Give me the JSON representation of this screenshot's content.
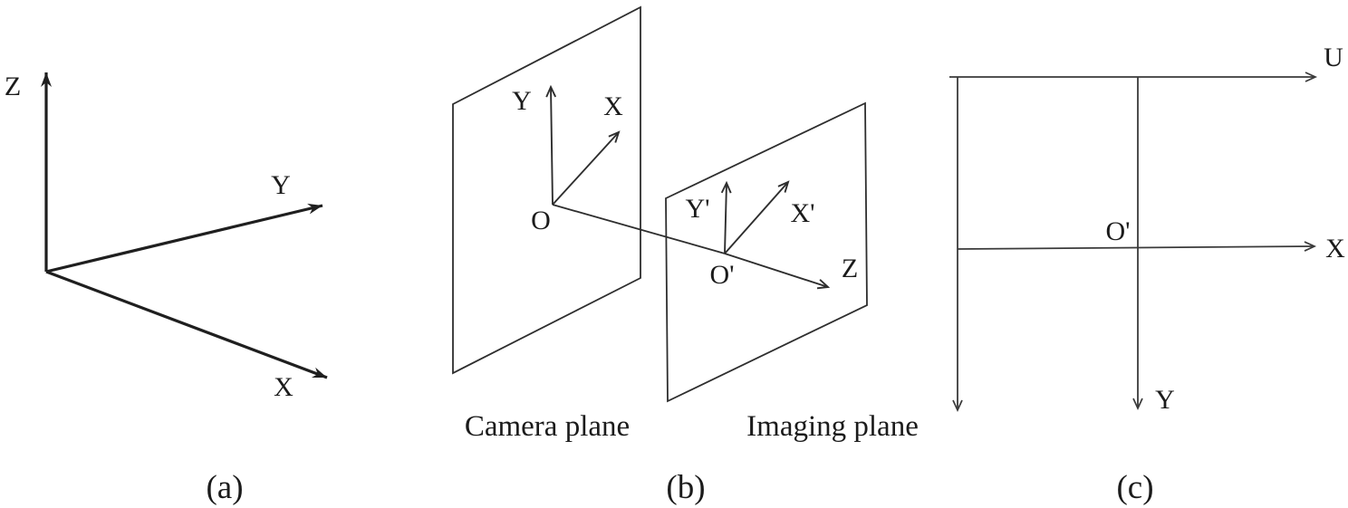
{
  "figure": {
    "background": "#ffffff",
    "ink": "#222222",
    "panels": {
      "a": {
        "caption": "(a)",
        "z_label": "Z",
        "y_label": "Y",
        "x_label": "X"
      },
      "b": {
        "caption": "(b)",
        "camera_plane_label": "Camera plane",
        "imaging_plane_label": "Imaging plane",
        "camera_origin_label": "O",
        "camera_y_label": "Y",
        "camera_x_label": "X",
        "image_origin_label": "O'",
        "image_y_label": "Y'",
        "image_x_label": "X'",
        "image_z_label": "Z"
      },
      "c": {
        "caption": "(c)",
        "u_label": "U",
        "x_label": "X",
        "y_label": "Y",
        "origin_label": "O'"
      }
    }
  }
}
